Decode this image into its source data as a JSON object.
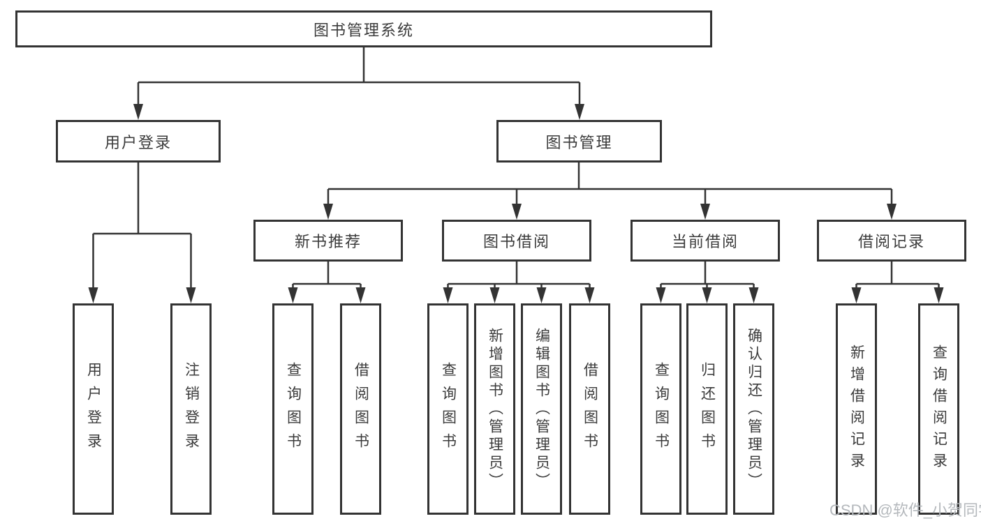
{
  "diagram": {
    "title_node": {
      "label": "图书管理系统"
    },
    "level1": [
      {
        "id": "user-login",
        "label": "用户登录",
        "parent": "图书管理系统"
      },
      {
        "id": "book-management",
        "label": "图书管理",
        "parent": "图书管理系统"
      }
    ],
    "level2": [
      {
        "id": "new-book-recommend",
        "label": "新书推荐",
        "parent": "图书管理"
      },
      {
        "id": "book-borrow",
        "label": "图书借阅",
        "parent": "图书管理"
      },
      {
        "id": "current-borrow",
        "label": "当前借阅",
        "parent": "图书管理"
      },
      {
        "id": "borrow-records",
        "label": "借阅记录",
        "parent": "图书管理"
      }
    ],
    "leaves": [
      {
        "label": "用户登录",
        "parent": "用户登录"
      },
      {
        "label": "注销登录",
        "parent": "用户登录"
      },
      {
        "label": "查询图书",
        "parent": "新书推荐"
      },
      {
        "label": "借阅图书",
        "parent": "新书推荐"
      },
      {
        "label": "查询图书",
        "parent": "图书借阅"
      },
      {
        "label": "新增图书（管理员）",
        "parent": "图书借阅"
      },
      {
        "label": "编辑图书（管理员）",
        "parent": "图书借阅"
      },
      {
        "label": "借阅图书",
        "parent": "图书借阅"
      },
      {
        "label": "查询图书",
        "parent": "当前借阅"
      },
      {
        "label": "归还图书",
        "parent": "当前借阅"
      },
      {
        "label": "确认归还（管理员）",
        "parent": "当前借阅"
      },
      {
        "label": "新增借阅记录",
        "parent": "借阅记录"
      },
      {
        "label": "查询借阅记录",
        "parent": "借阅记录"
      }
    ],
    "watermark": "CSDN @软件_小贺同学",
    "colors": {
      "line": "#333333",
      "box_border": "#333333",
      "text": "#3b3b3b",
      "watermark": "#b4b8bc",
      "background": "#ffffff"
    }
  }
}
